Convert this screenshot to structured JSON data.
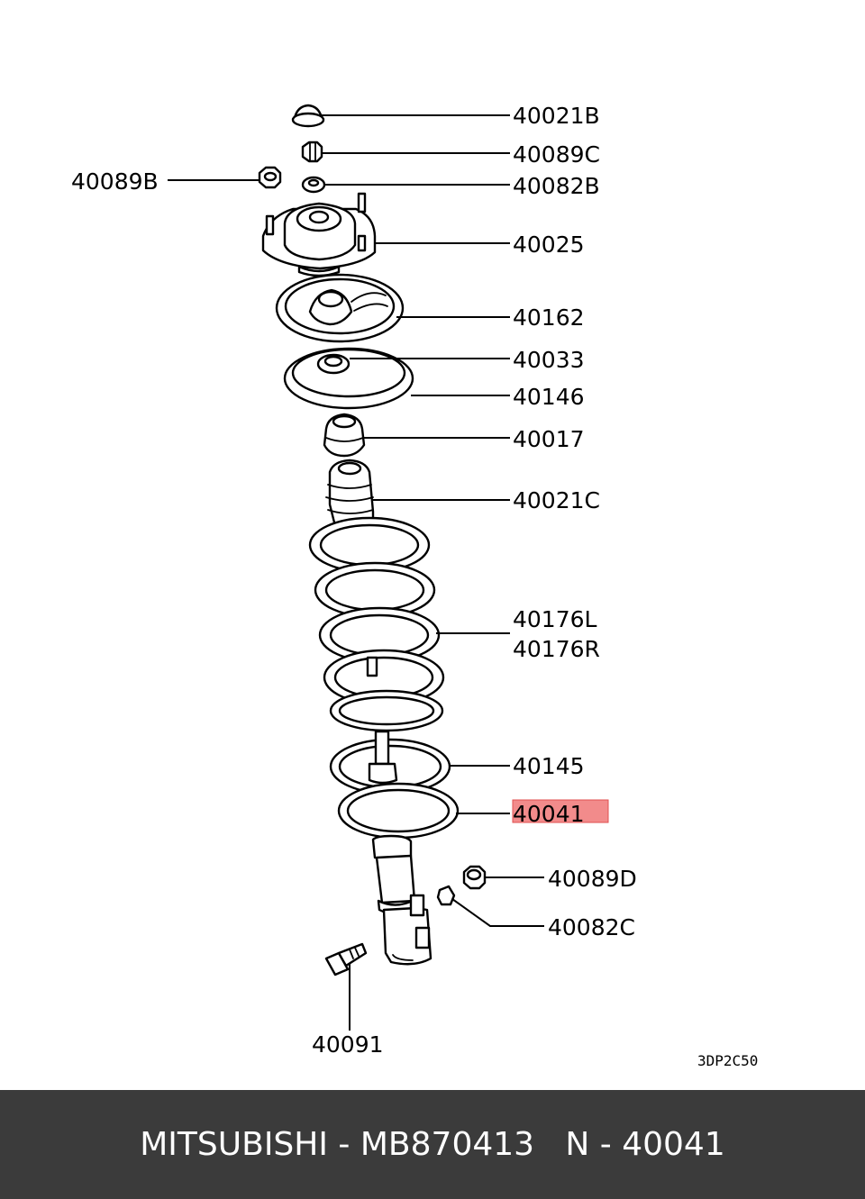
{
  "labels": {
    "p40021B": "40021B",
    "p40089C": "40089C",
    "p40089B": "40089B",
    "p40082B": "40082B",
    "p40025": "40025",
    "p40162": "40162",
    "p40033": "40033",
    "p40146": "40146",
    "p40017": "40017",
    "p40021C": "40021C",
    "p40176L": "40176L",
    "p40176R": "40176R",
    "p40145": "40145",
    "p40041": "40041",
    "p40089D": "40089D",
    "p40082C": "40082C",
    "p40091": "40091"
  },
  "diagram_code": "3DP2C50",
  "footer": {
    "brand": "MITSUBISHI",
    "part_number": "MB870413",
    "ref": "N - 40041"
  },
  "colors": {
    "footer_background": "#3b3b3b",
    "highlight": "#f28b8b",
    "highlight_border": "#e05050"
  }
}
